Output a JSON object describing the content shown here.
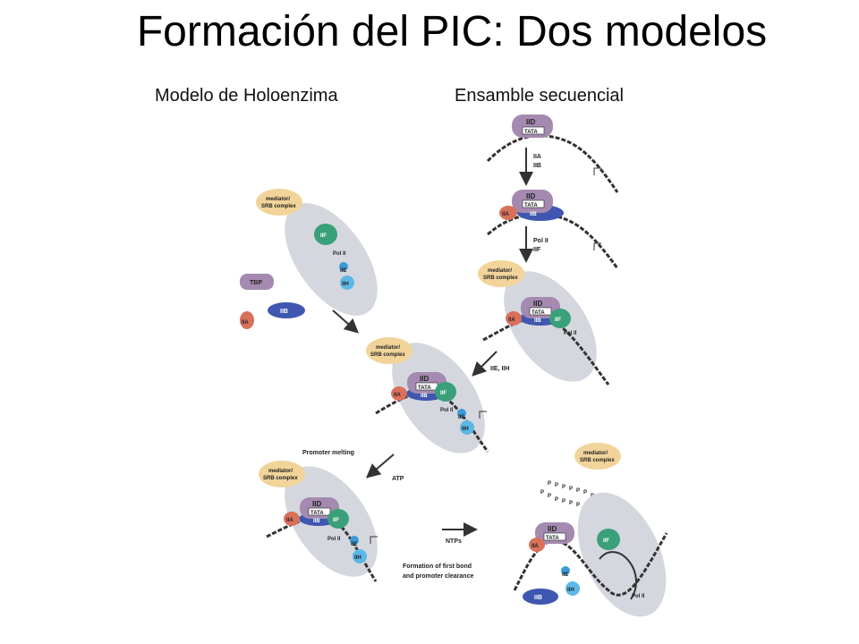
{
  "title": "Formación del PIC: Dos modelos",
  "subtitles": {
    "left": "Modelo de Holoenzima",
    "right": "Ensamble secuencial"
  },
  "labels": {
    "mediator": "mediator/",
    "srb": "SRB complex",
    "tbp": "TBP",
    "iid": "IID",
    "tata": "TATA",
    "iia": "IIA",
    "iib": "IIB",
    "iif": "IIF",
    "iie": "IIE",
    "iih": "IIH",
    "polii": "Pol II",
    "p": "P"
  },
  "steps": {
    "iia_iib": [
      "IIA",
      "IIB"
    ],
    "polii_iif": [
      "Pol II",
      "IIF"
    ],
    "iie_iih": "IIE, IIH",
    "promoter_melting": "Promoter melting",
    "atp": "ATP",
    "ntps": "NTPs",
    "formation": [
      "Formation of first bond",
      "and promoter clearance"
    ]
  },
  "colors": {
    "mediator": "#f2d49a",
    "iid": "#a48ab0",
    "iia": "#d9705a",
    "iib": "#3f57b0",
    "iif": "#3aa07a",
    "polii": "#cfd2da",
    "iie": "#3c9ad8",
    "iih": "#5cb8e6",
    "dna": "#333333"
  }
}
